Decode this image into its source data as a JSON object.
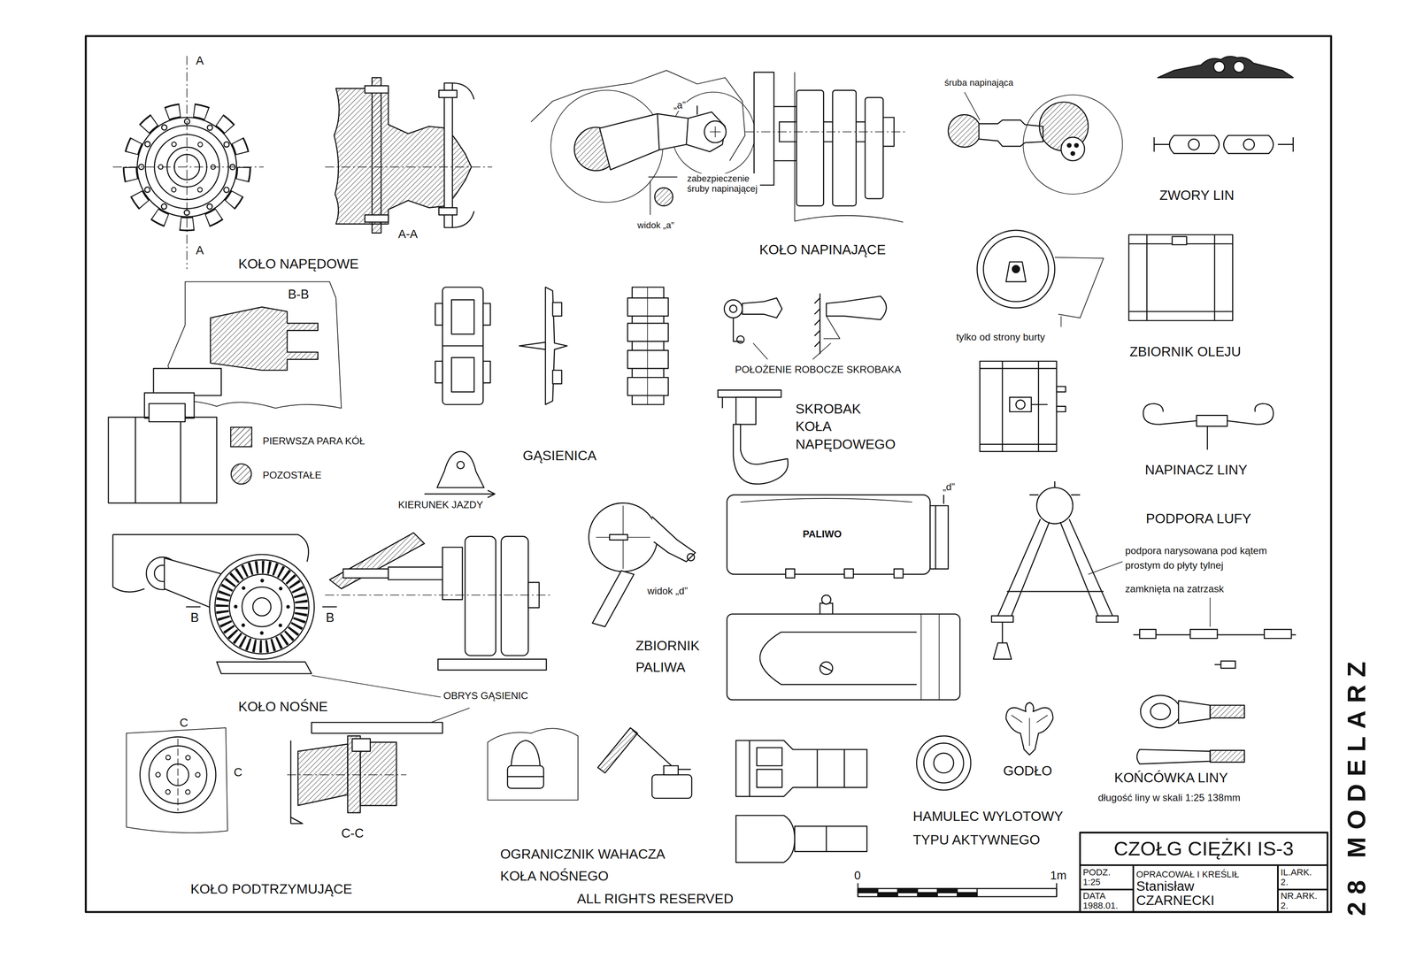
{
  "diagram": {
    "nodes": [
      {
        "text": [
          "CZOŁG CIĘŻKI IS-3"
        ]
      },
      {
        "text": [
          "PODZ. 1:25"
        ]
      },
      {
        "text": [
          "OPRACOWAŁ I KREŚLIŁ",
          "Stanisław CZARNECKI"
        ]
      },
      {
        "text": [
          "IL.ARK. 2."
        ]
      },
      {
        "text": [
          "DATA 1988.01."
        ]
      },
      {
        "text": [
          "NR.ARK. 2."
        ]
      }
    ],
    "labels": [
      "A",
      "A",
      "A-A",
      "KOŁO NAPĘDOWE",
      "„a”",
      "zabezpieczenie śruby napinającej",
      "widok „a”",
      "KOŁO NAPINAJĄCE",
      "śruba napinająca",
      "ZWORY LIN",
      "B-B",
      "GĄSIENICA",
      "KIERUNEK JAZDY",
      "POŁOŻENIE ROBOCZE SKROBAKA",
      "SKROBAK KOŁA NAPĘDOWEGO",
      "tylko od strony burty",
      "ZBIORNIK OLEJU",
      "NAPINACZ LINY",
      "„d”",
      "PALIWO",
      "widok „d”",
      "ZBIORNIK PALIWA",
      "PODPORA LUFY",
      "podpora narysowana pod kątem prostym do płyty tylnej",
      "zamknięta na zatrzask",
      "B",
      "B",
      "KOŁO NOŚNE",
      "OBRYS GĄSIENIC",
      "C",
      "C",
      "C-C",
      "KOŁO PODTRZYMUJĄCE",
      "OGRANICZNIK WAHACZA KOŁA NOŚNEGO",
      "HAMULEC WYLOTOWY TYPU AKTYWNEGO",
      "GODŁO",
      "KOŃCÓWKA LINY",
      "długość liny w skali 1:25 138mm",
      "0",
      "1m",
      "ALL RIGHTS RESERVED",
      "28 MODELARZ"
    ],
    "legend": [
      {
        "text": "PIERWSZA PARA KÓŁ"
      },
      {
        "text": "POZOSTAŁE"
      }
    ]
  }
}
